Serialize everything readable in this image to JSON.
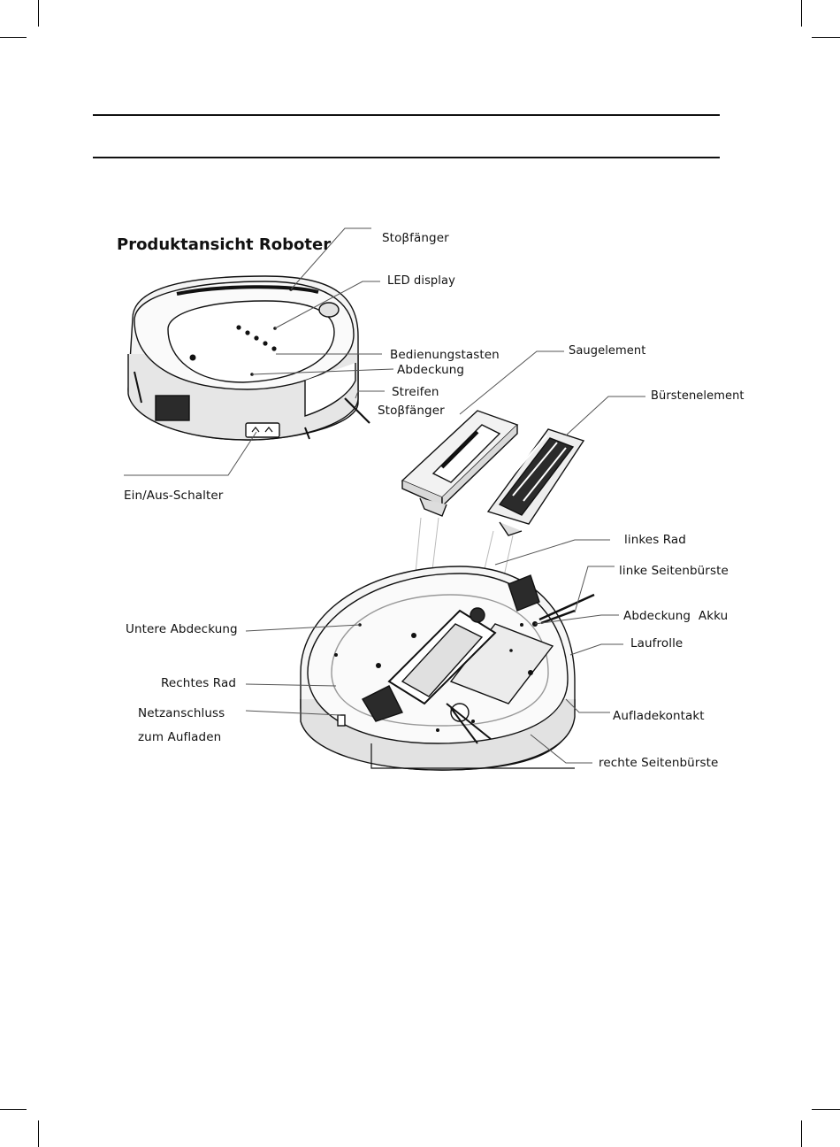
{
  "section_title": "Produktansicht Roboter",
  "labels": {
    "stossfaenger": "Stoβfänger",
    "led_display": "LED display",
    "bedienungstasten": "Bedienungstasten",
    "abdeckung": "Abdeckung",
    "streifen": "Streifen",
    "streifen_stossfaenger": "Stoβfänger",
    "ein_aus": "Ein/Aus-Schalter",
    "saugelement": "Saugelement",
    "buerstenelement": "Bürstenelement",
    "linkes_rad": "linkes Rad",
    "linke_seitenbuerste": "linke Seitenbürste",
    "abdeckung_akku": "Abdeckung  Akku",
    "laufrolle": "Laufrolle",
    "aufladekontakt": "Aufladekontakt",
    "rechte_seitenbuerste": "rechte Seitenbürste",
    "untere_abdeckung": "Untere Abdeckung",
    "rechtes_rad": "Rechtes Rad",
    "netzanschluss": "Netzanschluss",
    "zum_aufladen": "zum Aufladen"
  },
  "colors": {
    "line": "#111111",
    "fill_light": "#f2f2f2",
    "fill_mid": "#d9d9d9",
    "fill_dark": "#2b2b2b"
  }
}
